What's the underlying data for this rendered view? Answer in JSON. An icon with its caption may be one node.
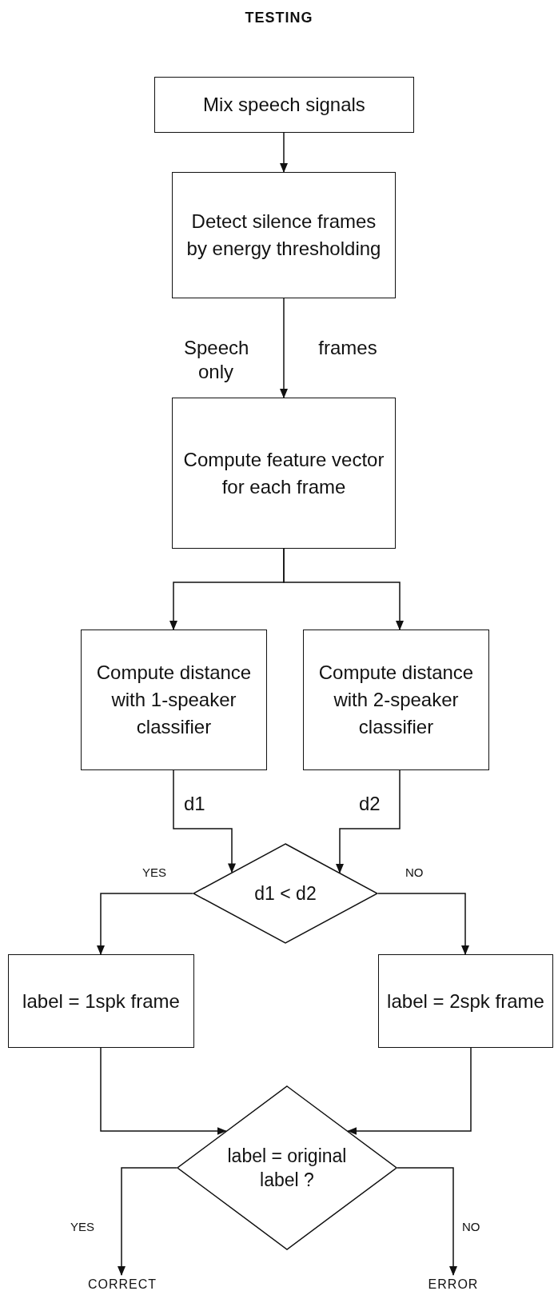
{
  "diagram": {
    "title": "TESTING",
    "nodes": [
      {
        "text": [
          "Mix speech signals"
        ]
      },
      {
        "text": [
          "Detect silence frames by energy thresholding"
        ]
      },
      {
        "text": [
          "Compute feature vector for each frame"
        ]
      },
      {
        "text": [
          "Compute distance with 1-speaker classifier"
        ]
      },
      {
        "text": [
          "Compute distance with 2-speaker classifier"
        ]
      },
      {
        "text": [
          "d1 < d2"
        ]
      },
      {
        "text": [
          "label = 1spk frame"
        ]
      },
      {
        "text": [
          "label = 2spk frame"
        ]
      },
      {
        "text": [
          "label = original label ?"
        ]
      },
      {
        "text": [
          "CORRECT"
        ]
      },
      {
        "text": [
          "ERROR"
        ]
      }
    ],
    "edges": [
      {
        "from": 0,
        "to": 1,
        "arrow": "to"
      },
      {
        "from": 1,
        "to": 2,
        "arrow": "to"
      },
      {
        "from": 2,
        "to": 3,
        "arrow": "to"
      },
      {
        "from": 2,
        "to": 4,
        "arrow": "to"
      },
      {
        "from": 3,
        "to": 5,
        "arrow": "to",
        "label": "d1"
      },
      {
        "from": 4,
        "to": 5,
        "arrow": "to",
        "label": "d2"
      },
      {
        "from": 5,
        "to": 6,
        "arrow": "to",
        "label": "YES"
      },
      {
        "from": 5,
        "to": 7,
        "arrow": "to",
        "label": "NO"
      },
      {
        "from": 6,
        "to": 8,
        "arrow": "to"
      },
      {
        "from": 7,
        "to": 8,
        "arrow": "to"
      },
      {
        "from": 8,
        "to": 9,
        "arrow": "to",
        "label": "YES"
      },
      {
        "from": 8,
        "to": 10,
        "arrow": "to",
        "label": "NO"
      }
    ],
    "labels": [
      "Speech only",
      "frames"
    ]
  }
}
